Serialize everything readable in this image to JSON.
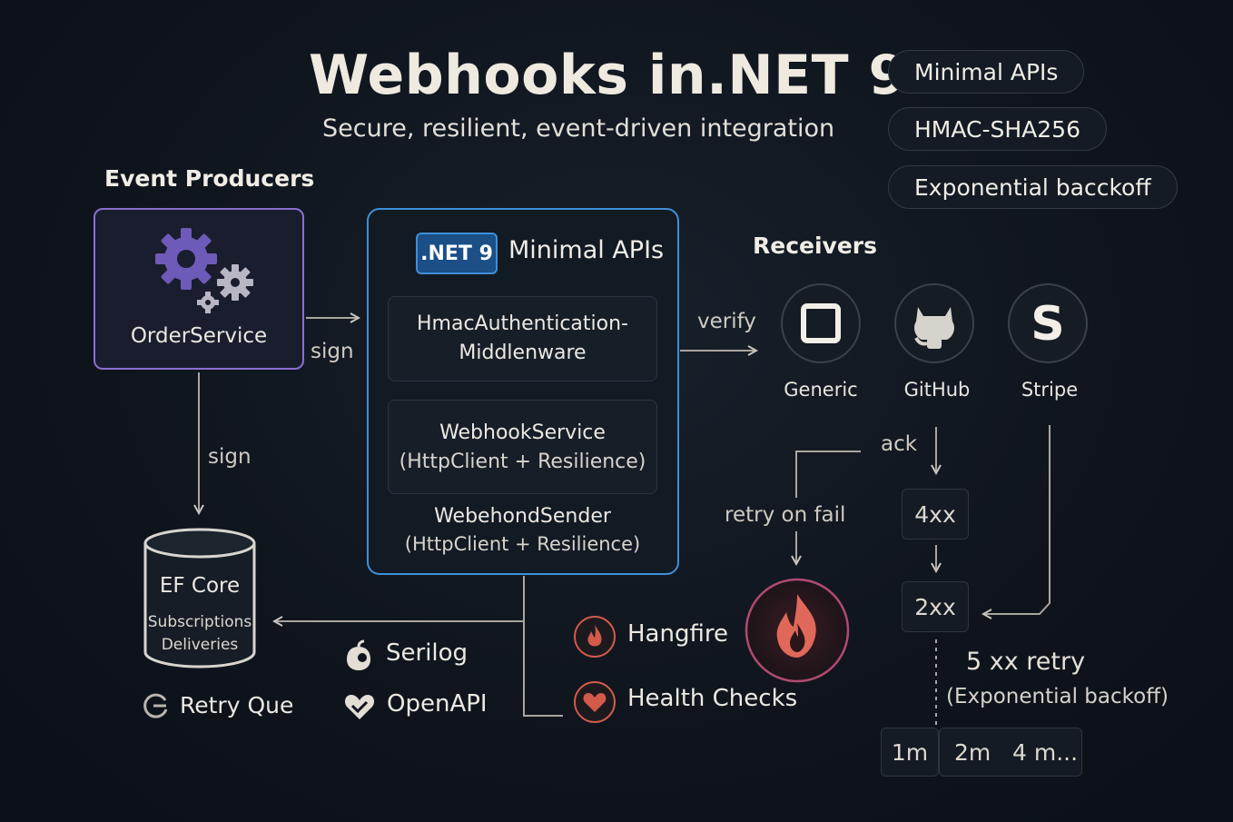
{
  "header": {
    "title": "Webhooks in.NET 9",
    "subtitle": "Secure, resilient, event-driven integration"
  },
  "tags": [
    "Minimal APIs",
    "HMAC-SHA256",
    "Exponential bacckoff"
  ],
  "producers": {
    "heading": "Event Producers",
    "service": "OrderService"
  },
  "edges": {
    "sign_right": "sign",
    "sign_down": "sign",
    "verify": "verify",
    "ack": "ack",
    "retry_on_fail": "retry on fail"
  },
  "net": {
    "badge": ".NET 9",
    "label": "Minimal APIs",
    "middleware_line1": "HmacAuthentication-",
    "middleware_line2": "Middlenware",
    "service_line1": "WebhookService",
    "service_line2": "(HttpClient + Resilience)",
    "sender_line1": "WebehondSender",
    "sender_line2": "(HttpClient + Resilience)"
  },
  "receivers": {
    "heading": "Receivers",
    "items": [
      "Generic",
      "GitHub",
      "Stripe"
    ]
  },
  "database": {
    "title": "EF Core",
    "line1": "Subscriptions",
    "line2": "Deliveries"
  },
  "tools": {
    "retry_queue": "Retry Que",
    "serilog": "Serilog",
    "openapi": "OpenAPI",
    "hangfire": "Hangfire",
    "health": "Health Checks"
  },
  "status": {
    "s4xx": "4xx",
    "s2xx": "2xx",
    "retry_title": "5 xx retry",
    "retry_sub": "(Exponential backoff)",
    "delays": [
      "1m",
      "2m",
      "4 m..."
    ]
  },
  "colors": {
    "accent_blue": "#3f8fd8",
    "accent_purple": "#8a6fd0",
    "accent_red": "#d35a4a"
  }
}
